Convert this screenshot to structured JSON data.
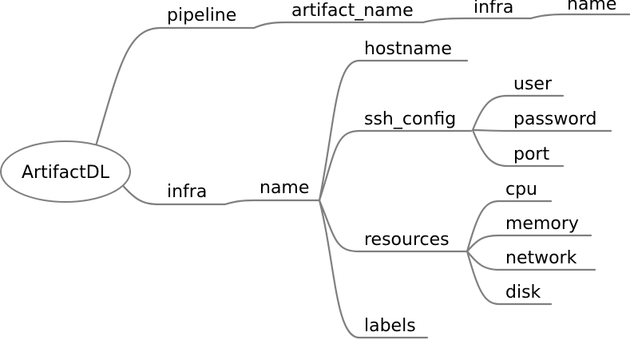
{
  "diagram": {
    "type": "mindmap",
    "line_color": "#7f7f7f",
    "text_color": "#000000",
    "root": {
      "label": "ArtifactDL"
    },
    "nodes": {
      "pipeline": {
        "label": "pipeline"
      },
      "artifact_name": {
        "label": "artifact_name"
      },
      "artifact_infra": {
        "label": "infra"
      },
      "artifact_infra_name": {
        "label": "name"
      },
      "infra": {
        "label": "infra"
      },
      "infra_name": {
        "label": "name"
      },
      "hostname": {
        "label": "hostname"
      },
      "ssh_config": {
        "label": "ssh_config"
      },
      "ssh_user": {
        "label": "user"
      },
      "ssh_password": {
        "label": "password"
      },
      "ssh_port": {
        "label": "port"
      },
      "resources": {
        "label": "resources"
      },
      "res_cpu": {
        "label": "cpu"
      },
      "res_memory": {
        "label": "memory"
      },
      "res_network": {
        "label": "network"
      },
      "res_disk": {
        "label": "disk"
      },
      "labels": {
        "label": "labels"
      }
    }
  }
}
